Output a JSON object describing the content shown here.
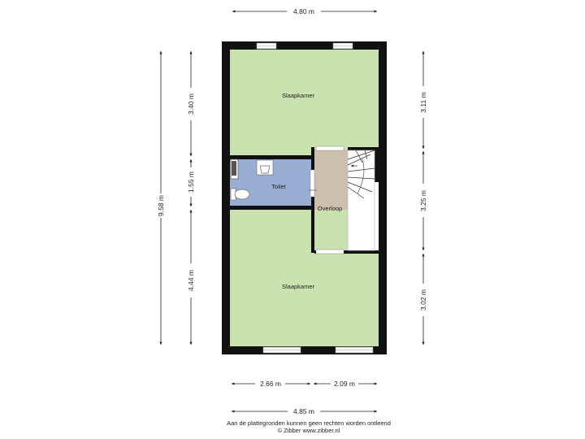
{
  "rooms": {
    "bedroom_top": "Slaapkamer",
    "toilet": "Toilet",
    "landing": "Overloop",
    "bedroom_bottom": "Slaapkamer"
  },
  "dimensions": {
    "top_width": "4.80 m",
    "total_height": "9.58 m",
    "left_upper": "3.40 m",
    "left_middle": "1.55 m",
    "left_lower": "4.44 m",
    "right_upper": "3.11 m",
    "right_middle": "3.25 m",
    "right_lower": "3.02 m",
    "bottom_left": "2.66 m",
    "bottom_right": "2.09 m",
    "bottom_total": "4.85 m"
  },
  "footer": {
    "disclaimer": "Aan de plattegronden kunnen geen rechten worden ontleend",
    "credit": "© Zibber www.zibber.nl"
  },
  "colors": {
    "bedroom": "#c9e2b0",
    "toilet": "#9aaed4",
    "landing": "#cdbfae",
    "wall": "#111111"
  }
}
